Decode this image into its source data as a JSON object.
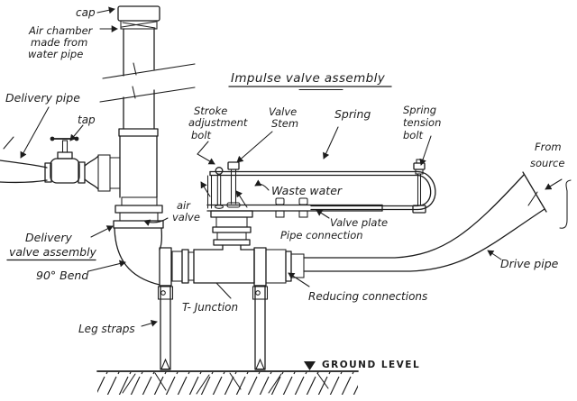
{
  "diagram": {
    "title": "Impulse valve assembly",
    "labels": {
      "cap": "cap",
      "air_chamber_1": "Air chamber",
      "air_chamber_2": "made from",
      "air_chamber_3": "water pipe",
      "delivery_pipe": "Delivery pipe",
      "tap": "tap",
      "stroke_1": "Stroke",
      "stroke_2": "adjustment",
      "stroke_3": "bolt",
      "valve_stem_1": "Valve",
      "valve_stem_2": "Stem",
      "spring": "Spring",
      "tension_1": "Spring",
      "tension_2": "tension",
      "tension_3": "bolt",
      "from_1": "From",
      "from_2": "source",
      "air_valve_1": "air",
      "air_valve_2": "valve",
      "waste_water": "Waste water",
      "valve_plate": "Valve plate",
      "pipe_connection": "Pipe connection",
      "delivery_valve_1": "Delivery",
      "delivery_valve_2": "valve assembly",
      "bend_90": "90° Bend",
      "t_junction": "T- Junction",
      "reducing": "Reducing connections",
      "leg_straps": "Leg straps",
      "drive_pipe": "Drive pipe",
      "ground": "GROUND LEVEL"
    },
    "colors": {
      "ink": "#1c1c1c",
      "paper": "#ffffff"
    }
  }
}
